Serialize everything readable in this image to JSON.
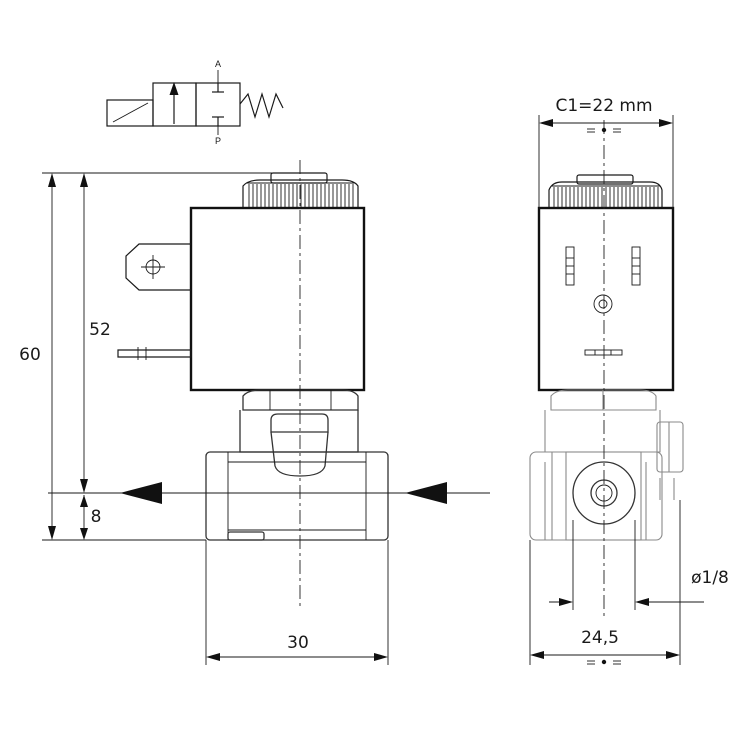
{
  "symbol": {
    "port_a": "A",
    "port_p": "P"
  },
  "dimensions": {
    "height_total": "60",
    "height_coil": "52",
    "height_port": "8",
    "width_front": "30",
    "width_coil_side": "C1=22 mm",
    "width_side": "24,5",
    "port_size": "ø1/8"
  }
}
